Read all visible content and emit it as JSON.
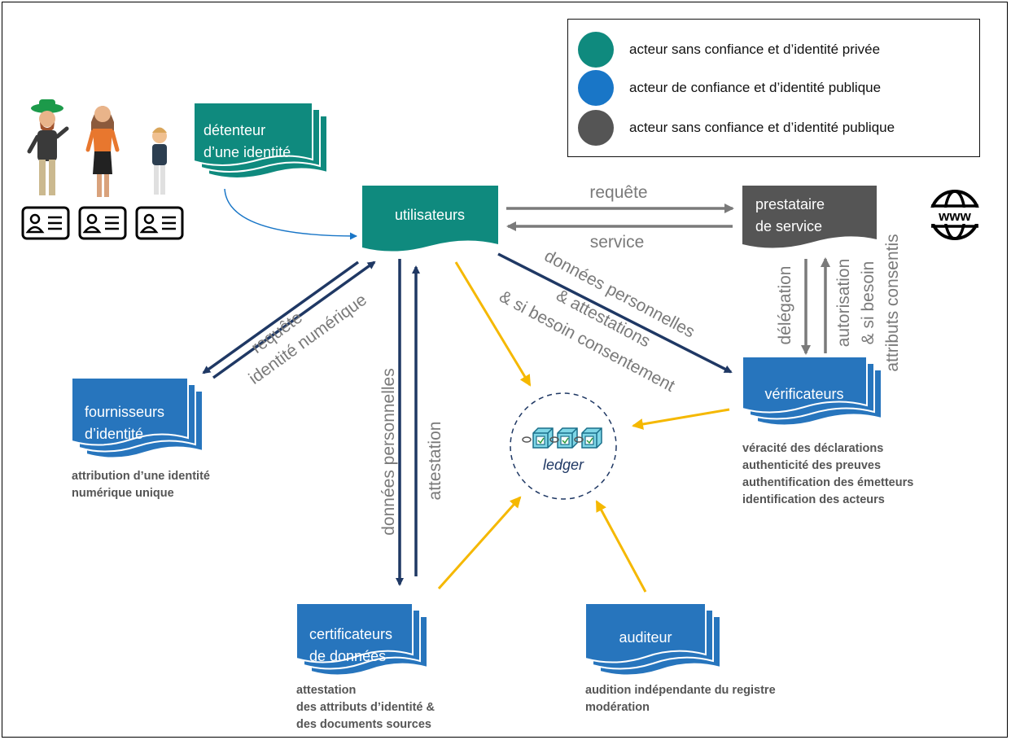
{
  "legend": {
    "items": [
      {
        "color": "#0f8a7e",
        "label": "acteur sans confiance et d’identité privée"
      },
      {
        "color": "#1976c7",
        "label": "acteur de confiance et d’identité publique"
      },
      {
        "color": "#555555",
        "label": "acteur sans confiance et d’identité publique"
      }
    ]
  },
  "colors": {
    "teal": "#0f8a7e",
    "blue": "#2775bd",
    "darkgray": "#555555",
    "navy": "#1f3864",
    "arrowgray": "#7a7a7a",
    "yellow": "#f5b800",
    "lightblue": "#1976c7"
  },
  "nodes": {
    "detenteur": {
      "line1": "détenteur",
      "line2": "d’une identité"
    },
    "utilisateurs": {
      "line1": "utilisateurs"
    },
    "prestataire": {
      "line1": "prestataire",
      "line2": "de service"
    },
    "fournisseurs": {
      "line1": "fournisseurs",
      "line2": "d’identité"
    },
    "verificateurs": {
      "line1": "vérificateurs"
    },
    "certificateurs": {
      "line1": "certificateurs",
      "line2": "de données"
    },
    "auditeur": {
      "line1": "auditeur"
    },
    "ledger": {
      "label": "ledger"
    }
  },
  "edges": {
    "requete_top": "requête",
    "service": "service",
    "requete_left": "requête",
    "identite_numerique": "identité numérique",
    "donnees_personnelles_vertical": "données personnelles",
    "attestation_vertical": "attestation",
    "donnees_diag_1": "données personnelles",
    "donnees_diag_2": "& attestations",
    "donnees_diag_3": "& si besoin consentement",
    "delegation": "délégation",
    "autorisation_1": "autorisation",
    "autorisation_2": "& si besoin",
    "autorisation_3": "attributs consentis"
  },
  "descriptions": {
    "fournisseurs": [
      "attribution d’une identité",
      "numérique unique"
    ],
    "verificateurs": [
      "véracité des déclarations",
      "authenticité des preuves",
      "authentification des émetteurs",
      "identification des acteurs"
    ],
    "certificateurs": [
      "attestation",
      "des attributs d’identité &",
      "des documents sources"
    ],
    "auditeur": [
      "audition indépendante du registre",
      "modération"
    ]
  },
  "icons": {
    "people": "people-illustration",
    "id_cards": "id-card-icon",
    "www": "globe-www-icon",
    "blockchain": "blockchain-icon"
  }
}
